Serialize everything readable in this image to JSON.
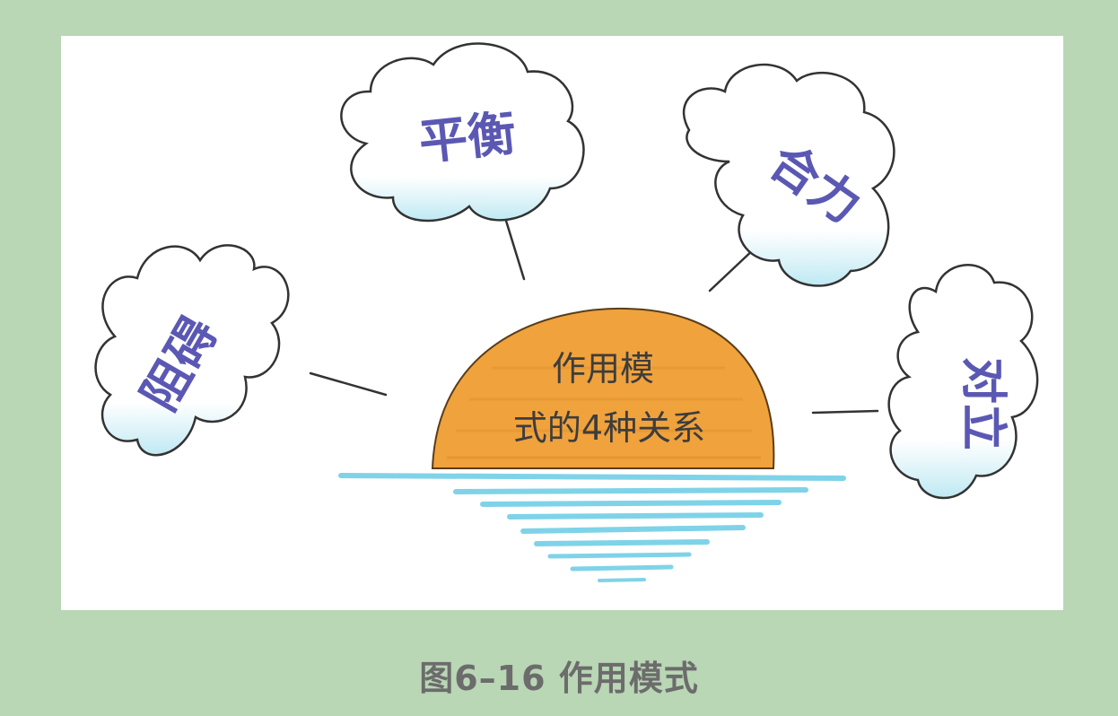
{
  "figure": {
    "center_label": {
      "line1": "作用模",
      "line2": "式的4种关系"
    },
    "clouds": {
      "top_left": "平衡",
      "top_right": "合力",
      "left": "阻碍",
      "right": "对立"
    }
  },
  "caption": "图6–16 作用模式",
  "colors": {
    "page_background": "#b9d6b5",
    "sun_fill": "#f0a23c",
    "water": "#7fd3e8",
    "cloud_text": "#5b58b4",
    "caption_text": "#6c6c6c"
  }
}
